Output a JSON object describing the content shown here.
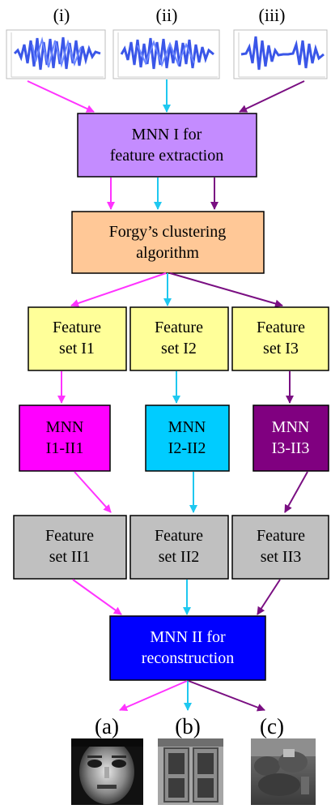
{
  "colors": {
    "magenta": "#ff33ff",
    "cyan": "#1ec8f0",
    "purple": "#7a0f82"
  },
  "signals": [
    {
      "label": "(i)"
    },
    {
      "label": "(ii)"
    },
    {
      "label": "(iii)"
    }
  ],
  "boxes": {
    "mnn1": {
      "line1": "MNN I for",
      "line2": "feature extraction",
      "fill": "#c48cff"
    },
    "forgy": {
      "line1": "Forgy’s clustering",
      "line2": "algorithm",
      "fill": "#ffc897"
    },
    "set1": [
      {
        "line1": "Feature",
        "line2": "set I1"
      },
      {
        "line1": "Feature",
        "line2": "set I2"
      },
      {
        "line1": "Feature",
        "line2": "set I3"
      }
    ],
    "set1_fill": "#ffff99",
    "mnn_mid": [
      {
        "line1": "MNN",
        "line2": "I1-II1",
        "fill": "#ff00ff",
        "text_color": "#000000"
      },
      {
        "line1": "MNN",
        "line2": "I2-II2",
        "fill": "#00ccff",
        "text_color": "#000000"
      },
      {
        "line1": "MNN",
        "line2": "I3-II3",
        "fill": "#800080",
        "text_color": "#ffffff"
      }
    ],
    "set2": [
      {
        "line1": "Feature",
        "line2": "set II1"
      },
      {
        "line1": "Feature",
        "line2": "set II2"
      },
      {
        "line1": "Feature",
        "line2": "set II3"
      }
    ],
    "set2_fill": "#c0c0c0",
    "mnn2": {
      "line1": "MNN II for",
      "line2": "reconstruction",
      "fill": "#0000ff",
      "text_color": "#ffffff"
    }
  },
  "outputs": [
    {
      "label": "(a)"
    },
    {
      "label": "(b)"
    },
    {
      "label": "(c)"
    }
  ]
}
